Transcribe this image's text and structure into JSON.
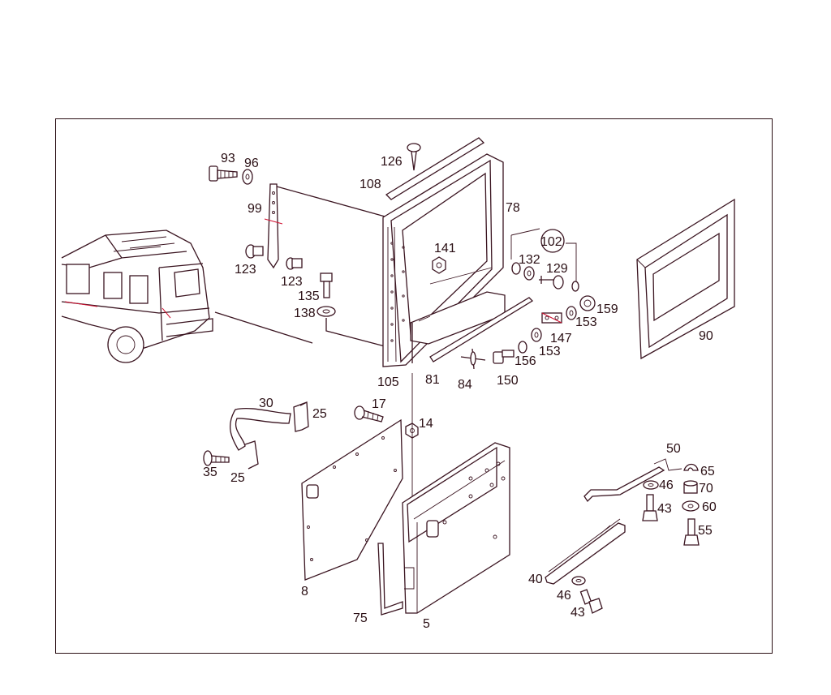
{
  "diagram": {
    "part_labels": [
      {
        "id": "93",
        "text": "93"
      },
      {
        "id": "96",
        "text": "96"
      },
      {
        "id": "126",
        "text": "126"
      },
      {
        "id": "108",
        "text": "108"
      },
      {
        "id": "78",
        "text": "78"
      },
      {
        "id": "99",
        "text": "99"
      },
      {
        "id": "102",
        "text": "102"
      },
      {
        "id": "141",
        "text": "141"
      },
      {
        "id": "132",
        "text": "132"
      },
      {
        "id": "129",
        "text": "129"
      },
      {
        "id": "123a",
        "text": "123"
      },
      {
        "id": "123b",
        "text": "123"
      },
      {
        "id": "135",
        "text": "135"
      },
      {
        "id": "138",
        "text": "138"
      },
      {
        "id": "159",
        "text": "159"
      },
      {
        "id": "153a",
        "text": "153"
      },
      {
        "id": "147",
        "text": "147"
      },
      {
        "id": "153b",
        "text": "153"
      },
      {
        "id": "156",
        "text": "156"
      },
      {
        "id": "90",
        "text": "90"
      },
      {
        "id": "105",
        "text": "105"
      },
      {
        "id": "81",
        "text": "81"
      },
      {
        "id": "84",
        "text": "84"
      },
      {
        "id": "150",
        "text": "150"
      },
      {
        "id": "30",
        "text": "30"
      },
      {
        "id": "25a",
        "text": "25"
      },
      {
        "id": "17",
        "text": "17"
      },
      {
        "id": "14",
        "text": "14"
      },
      {
        "id": "35",
        "text": "35"
      },
      {
        "id": "25b",
        "text": "25"
      },
      {
        "id": "50",
        "text": "50"
      },
      {
        "id": "65",
        "text": "65"
      },
      {
        "id": "46a",
        "text": "46"
      },
      {
        "id": "70",
        "text": "70"
      },
      {
        "id": "43a",
        "text": "43"
      },
      {
        "id": "60",
        "text": "60"
      },
      {
        "id": "55",
        "text": "55"
      },
      {
        "id": "8",
        "text": "8"
      },
      {
        "id": "40",
        "text": "40"
      },
      {
        "id": "46b",
        "text": "46"
      },
      {
        "id": "43b",
        "text": "43"
      },
      {
        "id": "75",
        "text": "75"
      },
      {
        "id": "5",
        "text": "5"
      }
    ]
  },
  "colors": {
    "line": "#3a1420",
    "accent": "#d01030",
    "background": "#ffffff"
  }
}
